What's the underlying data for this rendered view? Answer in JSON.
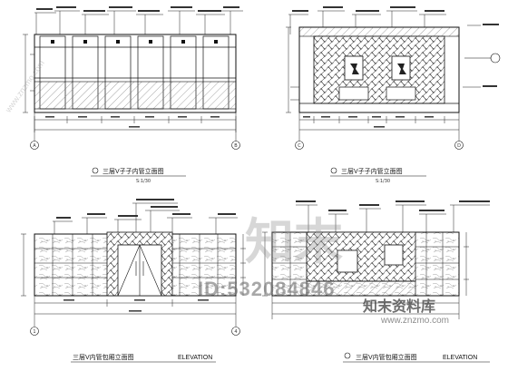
{
  "panels": [
    {
      "id": "tl",
      "caption": "三层V子子内管立面图",
      "scale_note": "S:1/30",
      "axis_left": "A",
      "axis_right": "B"
    },
    {
      "id": "tr",
      "caption": "三层V子子内管立面图",
      "scale_note": "S:1/30",
      "axis_left": "C",
      "axis_right": "D"
    },
    {
      "id": "bl",
      "caption": "三层V内管包厢立面图",
      "caption_en": "ELEVATION",
      "axis_left": "1",
      "axis_right": "4"
    },
    {
      "id": "br",
      "caption": "三层V内管包厢立面图",
      "caption_en": "ELEVATION",
      "axis_left": "",
      "axis_right": ""
    }
  ],
  "watermark": {
    "logo": "知末",
    "id_text": "ID:532084846",
    "brand": "知末资料库",
    "url": "www.znzmo.com",
    "diag": "www.znzmo.com"
  },
  "colors": {
    "line": "#1a1a1a",
    "hatch": "#555555",
    "ornament": "#7a7a7a"
  }
}
